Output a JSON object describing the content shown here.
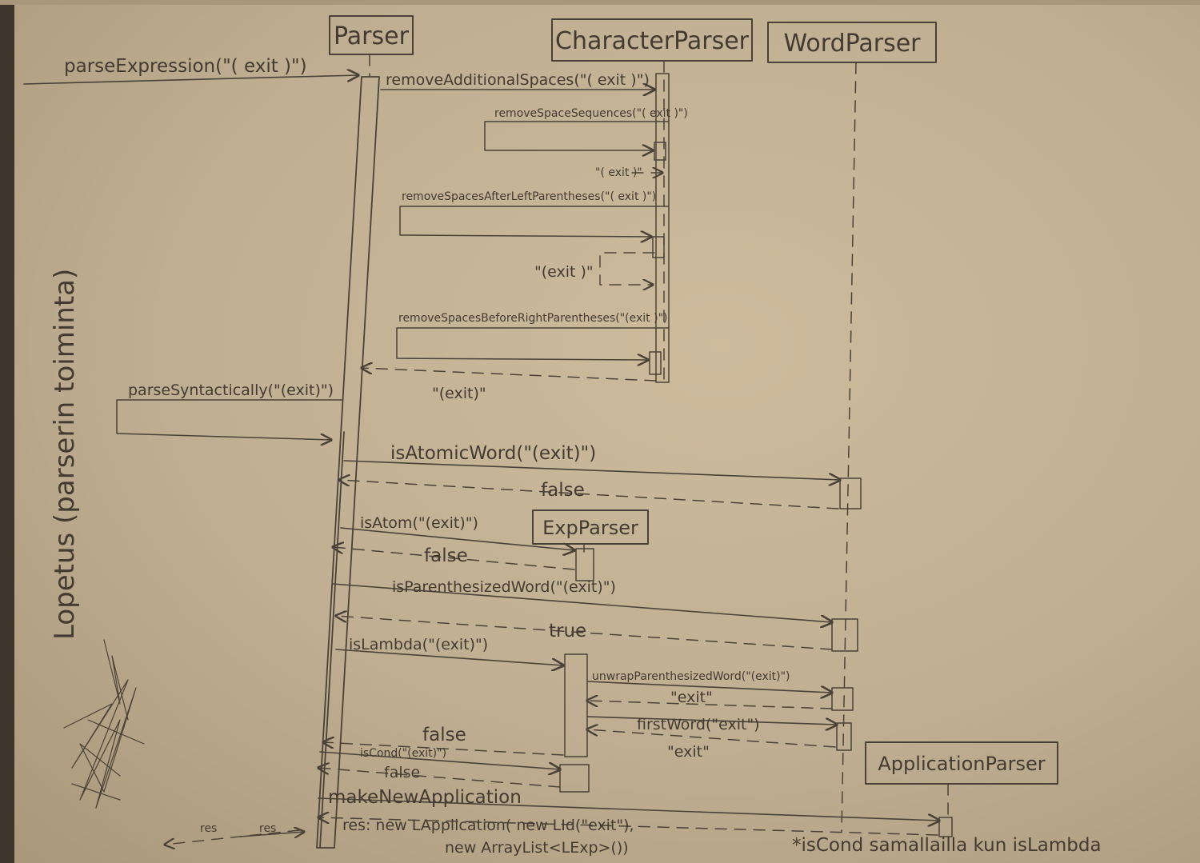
{
  "participants": {
    "parser": "Parser",
    "character_parser": "CharacterParser",
    "word_parser": "WordParser",
    "exp_parser": "ExpParser",
    "application_parser": "ApplicationParser"
  },
  "side_note": "Lopetus (parserin toiminta)",
  "messages": {
    "parse_expression": "parseExpression(\"( exit )\")",
    "remove_additional_spaces": "removeAdditionalSpaces(\"( exit )\")",
    "remove_space_sequences": "removeSpaceSequences(\"( exit )\")",
    "return_1": "\"( exit )\"",
    "remove_spaces_after_left": "removeSpacesAfterLeftParentheses(\"( exit )\")",
    "return_2": "\"(exit )\"",
    "remove_spaces_before_right": "removeSpacesBeforeRightParentheses(\"(exit )\")",
    "return_3": "\"(exit)\"",
    "parse_syntactically": "parseSyntactically(\"(exit)\")",
    "is_atomic_word": "isAtomicWord(\"(exit)\")",
    "ret_false_1": "false",
    "is_atom": "isAtom(\"(exit)\")",
    "ret_false_2": "false",
    "is_parenthesized_word": "isParenthesizedWord(\"(exit)\")",
    "ret_true": "true",
    "is_lambda": "isLambda(\"(exit)\")",
    "unwrap": "unwrapParenthesizedWord(\"(exit)\")",
    "ret_exit_1": "\"exit\"",
    "first_word": "firstWord(\"exit\")",
    "ret_exit_2": "\"exit\"",
    "ret_false_3": "false",
    "is_cond": "isCond(\"(exit)\")",
    "ret_false_4": "false",
    "make_new_application": "makeNewApplication",
    "res_line_1": "res: new LApplication( new LId(\"exit\"),",
    "res_line_2": "new ArrayList<LExp>())",
    "res_left_1": "res",
    "res_left_2": "res",
    "footnote": "*isCond samallailla kun isLambda"
  }
}
